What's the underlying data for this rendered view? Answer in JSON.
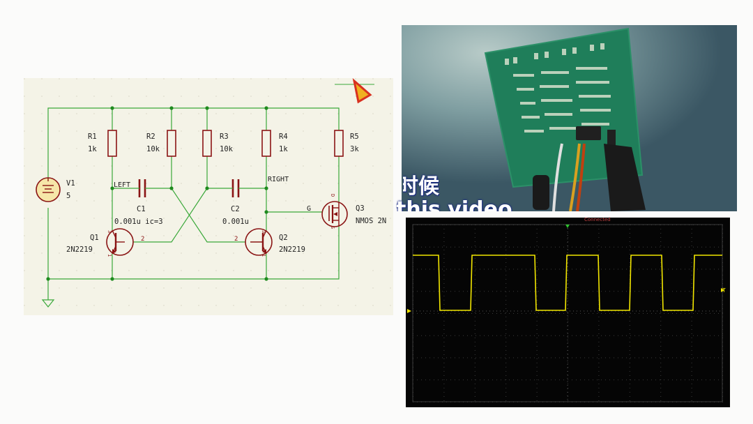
{
  "schematic": {
    "components": {
      "r1": {
        "ref": "R1",
        "value": "1k"
      },
      "r2": {
        "ref": "R2",
        "value": "10k"
      },
      "r3": {
        "ref": "R3",
        "value": "10k"
      },
      "r4": {
        "ref": "R4",
        "value": "1k"
      },
      "r5": {
        "ref": "R5",
        "value": "3k"
      },
      "v1": {
        "ref": "V1",
        "value": "5"
      },
      "c1": {
        "ref": "C1",
        "value": "0.001u ic=3"
      },
      "c2": {
        "ref": "C2",
        "value": "0.001u"
      },
      "q1": {
        "ref": "Q1",
        "value": "2N2219"
      },
      "q2": {
        "ref": "Q2",
        "value": "2N2219"
      },
      "q3": {
        "ref": "Q3",
        "value": "NMOS 2N"
      }
    },
    "net_labels": {
      "left": "LEFT",
      "right": "RIGHT"
    },
    "pins": {
      "q1_base": "2",
      "q2_base": "2",
      "q1_collector": "3",
      "q1_emitter": "1",
      "q2_collector": "3",
      "q2_emitter": "1",
      "q3_gate": "G",
      "q3_drain": "D",
      "q3_source": "S"
    },
    "colors": {
      "wire": "#3aa83a",
      "component": "#8a1414",
      "junction": "#1f8a1f",
      "background": "#f4f3e7",
      "text": "#222222"
    }
  },
  "subtitles": {
    "chinese": "时候",
    "english": "this video"
  },
  "oscilloscope": {
    "top_label": "Connected",
    "trace_color": "#f2e600",
    "markers": {
      "trigger": "T"
    }
  }
}
